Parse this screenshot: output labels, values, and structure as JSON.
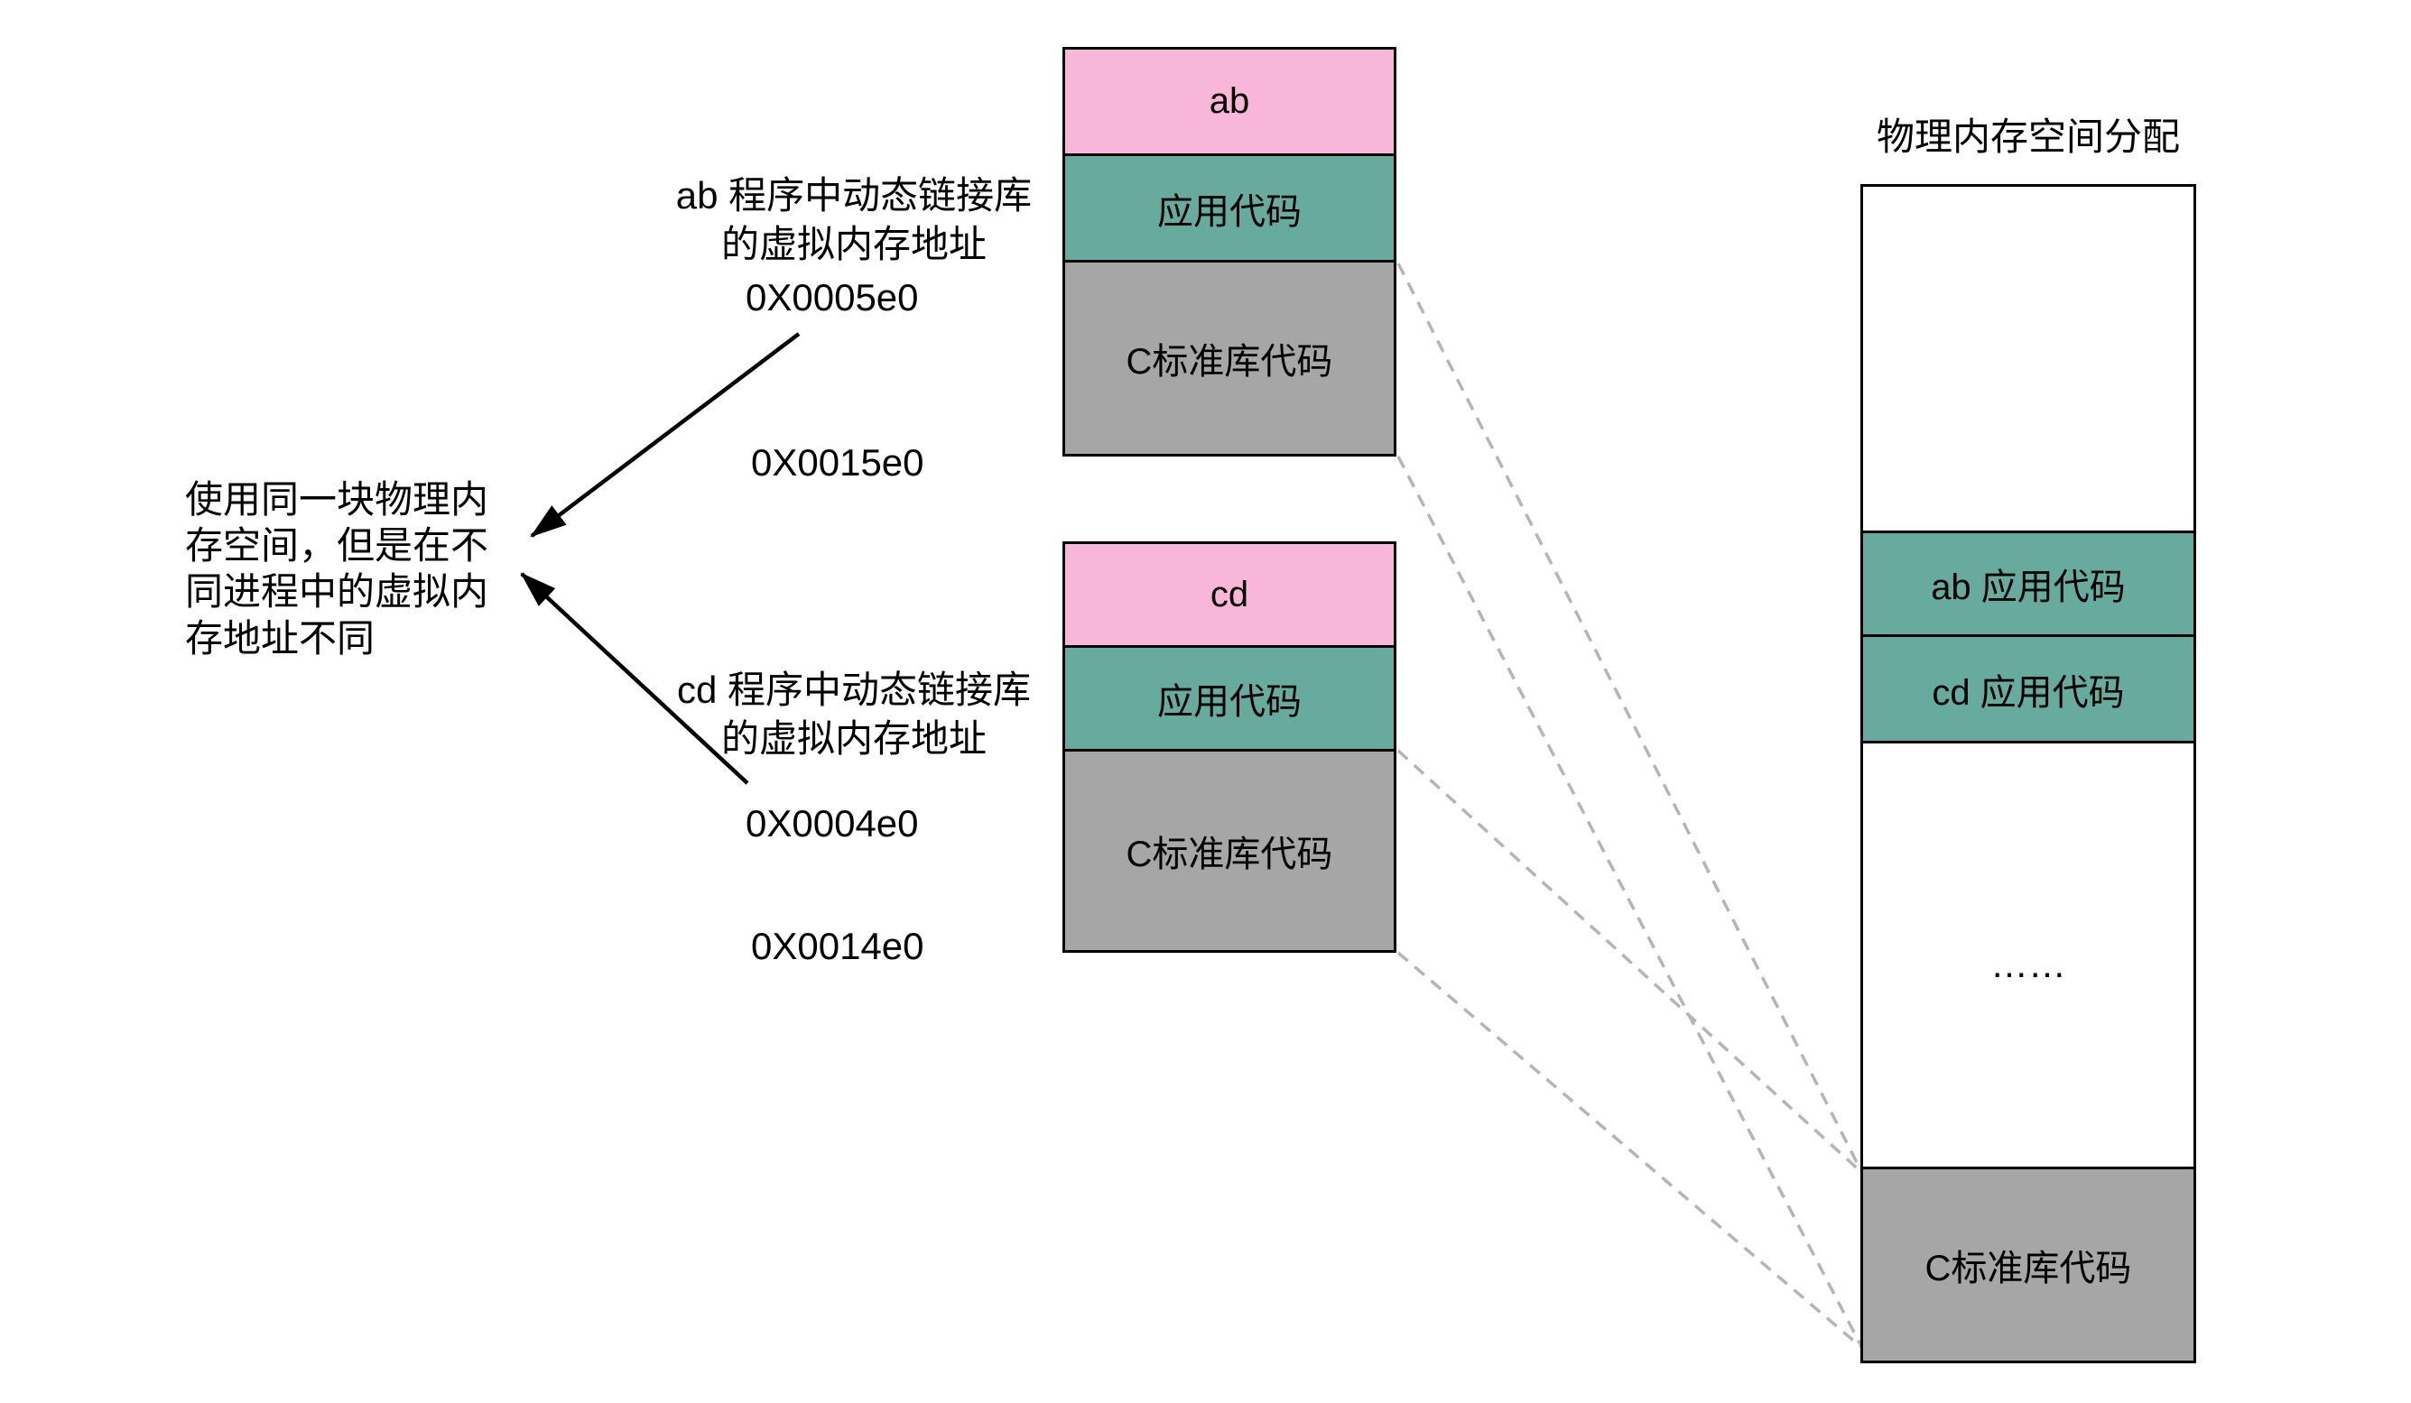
{
  "labels": {
    "ab_caption": "ab 程序中动态链接库的虚拟内存地址",
    "ab_addr_start": "0X0005e0",
    "ab_addr_end": "0X0015e0",
    "cd_caption": "cd 程序中动态链接库的虚拟内存地址",
    "cd_addr_start": "0X0004e0",
    "cd_addr_end": "0X0014e0",
    "note": "使用同一块物理内存空间，但是在不同进程中的虚拟内存地址不同",
    "physical_title": "物理内存空间分配"
  },
  "ab_stack": {
    "program": "ab",
    "app_code": "应用代码",
    "c_lib": "C标准库代码"
  },
  "cd_stack": {
    "program": "cd",
    "app_code": "应用代码",
    "c_lib": "C标准库代码"
  },
  "physical": {
    "ab_app": "ab 应用代码",
    "cd_app": "cd 应用代码",
    "ellipsis": "……",
    "c_lib": "C标准库代码"
  },
  "colors": {
    "pink": "#F8B7D9",
    "teal": "#67AB9F",
    "gray": "#A6A6A6",
    "connector": "#B5B5B5",
    "border": "#000000"
  }
}
